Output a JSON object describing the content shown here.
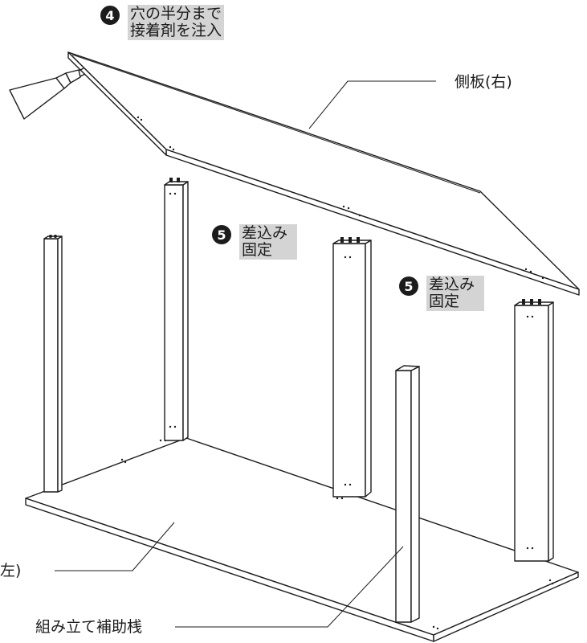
{
  "steps": [
    {
      "number": "4",
      "text": "穴の半分まで\n接着剤を注入"
    },
    {
      "number": "5",
      "text": "差込み\n固定"
    },
    {
      "number": "5",
      "text": "差込み\n固定"
    }
  ],
  "labels": {
    "side_panel_right": "側板(右)",
    "side_panel_left_partial": "左)",
    "assembly_support": "組み立て補助桟"
  },
  "colors": {
    "line": "#1c1c1c",
    "callout_fill": "#d4d4d4",
    "badge_fill": "#1c1c1c"
  },
  "icons": [
    "glue-bottle-icon"
  ]
}
